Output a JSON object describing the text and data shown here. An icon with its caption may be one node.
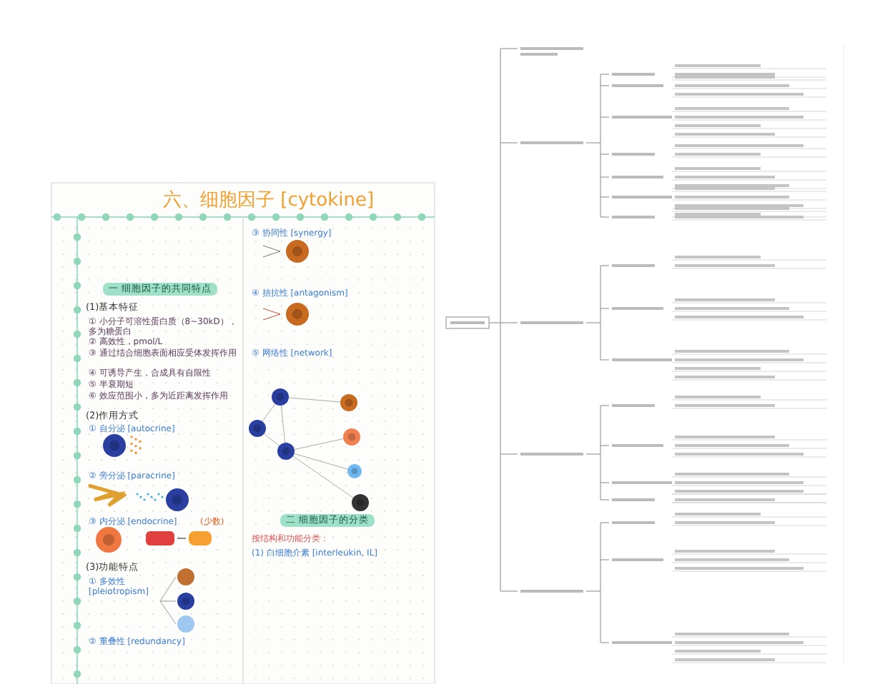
{
  "diagram": {
    "title": "六、细胞因子 [cytokine]",
    "nodes": [
      {
        "text": [
          "一 细胞因子的共同特点"
        ]
      },
      {
        "text": [
          "二 细胞因子的分类"
        ]
      }
    ],
    "labels": [
      "(1)基本特征",
      "① 小分子可溶性蛋白质（8~30kD），多为糖蛋白",
      "② 高效性，pmol/L",
      "③ 通过结合细胞表面相应受体发挥作用",
      "④ 可诱导产生，合成具有自限性",
      "⑤ 半衰期短",
      "⑥ 效应范围小，多为近距离发挥作用",
      "(2)作用方式",
      "① 自分泌 [autocrine]",
      "② 旁分泌 [paracrine]",
      "③ 内分泌 [endocrine]",
      "(少数)",
      "(3)功能特点",
      "① 多效性 [pleiotropism]",
      "② 重叠性 [redundancy]",
      "③ 协同性 [synergy]",
      "④ 拮抗性 [antagonism]",
      "⑤ 网络性 [network]",
      "按结构和功能分类：",
      "(1) 白细胞介素 [interleukin, IL]"
    ]
  }
}
